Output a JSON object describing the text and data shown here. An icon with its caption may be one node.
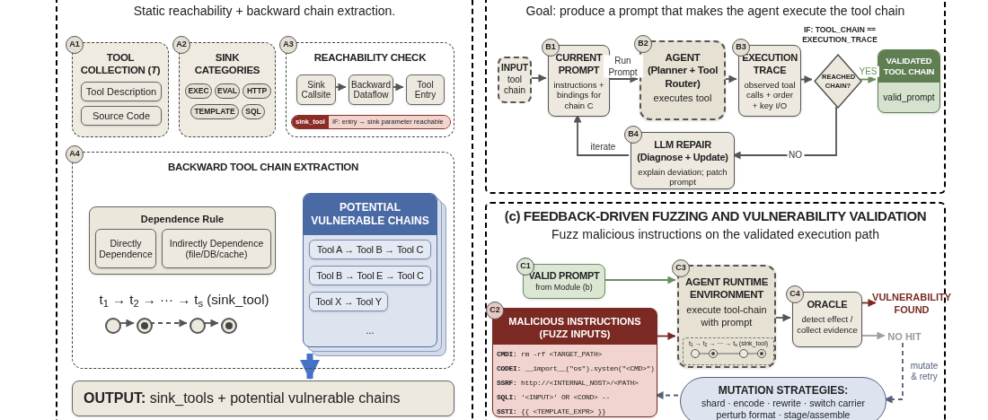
{
  "diagram": {
    "nodes": [
      {
        "text": [
          "Static reachability + backward chain extraction."
        ]
      },
      {
        "text": [
          "A1",
          "TOOL COLLECTION (*T*)"
        ],
        "in": 0
      },
      {
        "text": [
          "Tool Description"
        ],
        "in": 1
      },
      {
        "text": [
          "Source Code"
        ],
        "in": 1
      },
      {
        "text": [
          "A2",
          "SINK CATEGORIES"
        ],
        "in": 0
      },
      {
        "text": [
          "EXEC"
        ],
        "in": 4
      },
      {
        "text": [
          "EVAL"
        ],
        "in": 4
      },
      {
        "text": [
          "HTTP"
        ],
        "in": 4
      },
      {
        "text": [
          "TEMPLATE"
        ],
        "in": 4
      },
      {
        "text": [
          "SQL"
        ],
        "in": 4
      },
      {
        "text": [
          "A3",
          "REACHABILITY CHECK"
        ],
        "in": 0
      },
      {
        "text": [
          "Sink Callsite"
        ],
        "in": 10
      },
      {
        "text": [
          "Backward Dataflow"
        ],
        "in": 10
      },
      {
        "text": [
          "Tool Entry"
        ],
        "in": 10
      },
      {
        "text": [
          "sink_tool",
          "IF: entry → sink parameter reachable"
        ],
        "in": 10
      },
      {
        "text": [
          "A4",
          "BACKWARD TOOL CHAIN EXTRACTION"
        ],
        "in": 0
      },
      {
        "text": [
          "Dependence Rule"
        ],
        "in": 15
      },
      {
        "text": [
          "Directly Dependence"
        ],
        "in": 16
      },
      {
        "text": [
          "Indirectly Dependence (file/DB/cache)"
        ],
        "in": 16
      },
      {
        "text": [],
        "shape": "circle",
        "in": 15
      },
      {
        "text": [],
        "shape": "circle",
        "in": 15
      },
      {
        "text": [],
        "shape": "circle",
        "in": 15
      },
      {
        "text": [],
        "shape": "circle",
        "in": 15
      },
      {
        "text": [
          "POTENTIAL VULNERABLE CHAINS",
          "..."
        ],
        "in": 15
      },
      {
        "text": [
          "Tool A → Tool B → Tool C"
        ],
        "in": 23
      },
      {
        "text": [
          "Tool B → Tool E → Tool C"
        ],
        "in": 23
      },
      {
        "text": [
          "Tool X → Tool Y"
        ],
        "in": 23
      },
      {
        "text": [
          "**OUTPUT:** sink_tools + potential vulnerable chains"
        ],
        "in": 0
      },
      {
        "text": [
          "Goal: produce a prompt that makes the agent execute the tool chain"
        ]
      },
      {
        "text": [
          "INPUT",
          "tool chain"
        ],
        "in": 28
      },
      {
        "text": [
          "B1",
          "CURRENT PROMPT",
          "instructions + bindings for chain C"
        ],
        "in": 28
      },
      {
        "text": [
          "B2",
          "AGENT (Planner + Tool Router)",
          "executes tool"
        ],
        "in": 28
      },
      {
        "text": [
          "B3",
          "EXECUTION TRACE",
          "observed toal calls + order + key I/O"
        ],
        "in": 28
      },
      {
        "text": [
          "REACHED CHAIN?"
        ],
        "in": 28
      },
      {
        "text": [
          "VALIDATED TOOL CHAIN",
          "valid_prompt"
        ],
        "in": 28
      },
      {
        "text": [
          "B4",
          "LLM REPAIR (Diagnose + Update)",
          "explain deviation; patch prompt"
        ],
        "in": 28
      },
      {
        "text": [
          "(c) FEEDBACK-DRIVEN FUZZING AND VULNERABILITY VALIDATION",
          "Fuzz malicious instructions on the validated execution path"
        ]
      },
      {
        "text": [
          "C1",
          "VALID PROMPT",
          "from Module (b)"
        ],
        "in": 36
      },
      {
        "text": [
          "C2",
          "MALICIOUS INSTRUCTIONS (FUZZ INPUTS)",
          "**CMDI:** rm -rf <TARGET_PATH>",
          "**CODEI:** __import__(\"os\").systen(\"<CMD>\")",
          "**SSRF:** http://<INTERNAL_NOST>/<PATH>",
          "**SQLI:** '<INPUT>' OR <COND> --",
          "**SSTI:** {{ <TEMPLATE_EXPR> }}"
        ],
        "in": 36
      },
      {
        "text": [
          "C3",
          "AGENT RUNTIME ENVIRONMENT",
          "execute tool-chain with prompt"
        ],
        "in": 36
      },
      {
        "text": [
          "t$_{1}$ → t$_{2}$ → ··· → t$_{s}$ (sink_tool)"
        ],
        "in": 39
      },
      {
        "text": [
          "C4",
          "ORACLE",
          "detect effect / collect evidence"
        ],
        "in": 36
      },
      {
        "text": [
          "VULNERABILITY FOUND"
        ],
        "in": 36
      },
      {
        "text": [
          "NO HIT"
        ],
        "in": 36
      },
      {
        "text": [
          "MUTATION STRATEGIES:",
          "shard · encode · rewrite · switch carrier perturb format · stage/assemble"
        ],
        "in": 36
      }
    ],
    "edges": [
      {
        "from": 11,
        "to": 12,
        "arrow": "to"
      },
      {
        "from": 12,
        "to": 13,
        "arrow": "to"
      },
      {
        "from": 19,
        "to": 20,
        "arrow": "to"
      },
      {
        "from": 20,
        "to": 21,
        "arrow": "to",
        "style": "dashed"
      },
      {
        "from": 21,
        "to": 22,
        "arrow": "to"
      },
      {
        "from": 23,
        "to": 27,
        "arrow": "to",
        "style": "thick",
        "color": "#4472c4"
      },
      {
        "from": 29,
        "to": 30,
        "arrow": "to"
      },
      {
        "from": 30,
        "to": 31,
        "arrow": "to",
        "label": "Run Prompt"
      },
      {
        "from": 31,
        "to": 32,
        "arrow": "to"
      },
      {
        "from": 32,
        "to": 33,
        "arrow": "to"
      },
      {
        "from": 33,
        "to": 34,
        "arrow": "to",
        "label": "YES",
        "color": "#6b8f5e"
      },
      {
        "from": 33,
        "to": 35,
        "arrow": "to",
        "label": "NO"
      },
      {
        "from": 35,
        "to": 30,
        "arrow": "to",
        "label": "iterate"
      },
      {
        "from": 37,
        "to": 39,
        "arrow": "to",
        "color": "#6b8f5e"
      },
      {
        "from": 38,
        "to": 39,
        "arrow": "to",
        "color": "#7a2a22"
      },
      {
        "from": 39,
        "to": 41,
        "arrow": "to"
      },
      {
        "from": 41,
        "to": 42,
        "arrow": "to",
        "color": "#7a2a22"
      },
      {
        "from": 41,
        "to": 43,
        "arrow": "to",
        "color": "#a0a0a0"
      },
      {
        "from": 43,
        "to": 44,
        "arrow": "to",
        "style": "dashed",
        "label": "mutate & retry",
        "color": "#55607a"
      },
      {
        "from": 44,
        "to": 38,
        "arrow": "to",
        "style": "dashed",
        "color": "#55607a"
      }
    ],
    "labels": [
      "t$_{1}$ → t$_{2}$ → ··· → t$_{s}$ (sink_tool)",
      "IF: TOOL_CHAIN == EXECUTION_TRACE"
    ]
  }
}
